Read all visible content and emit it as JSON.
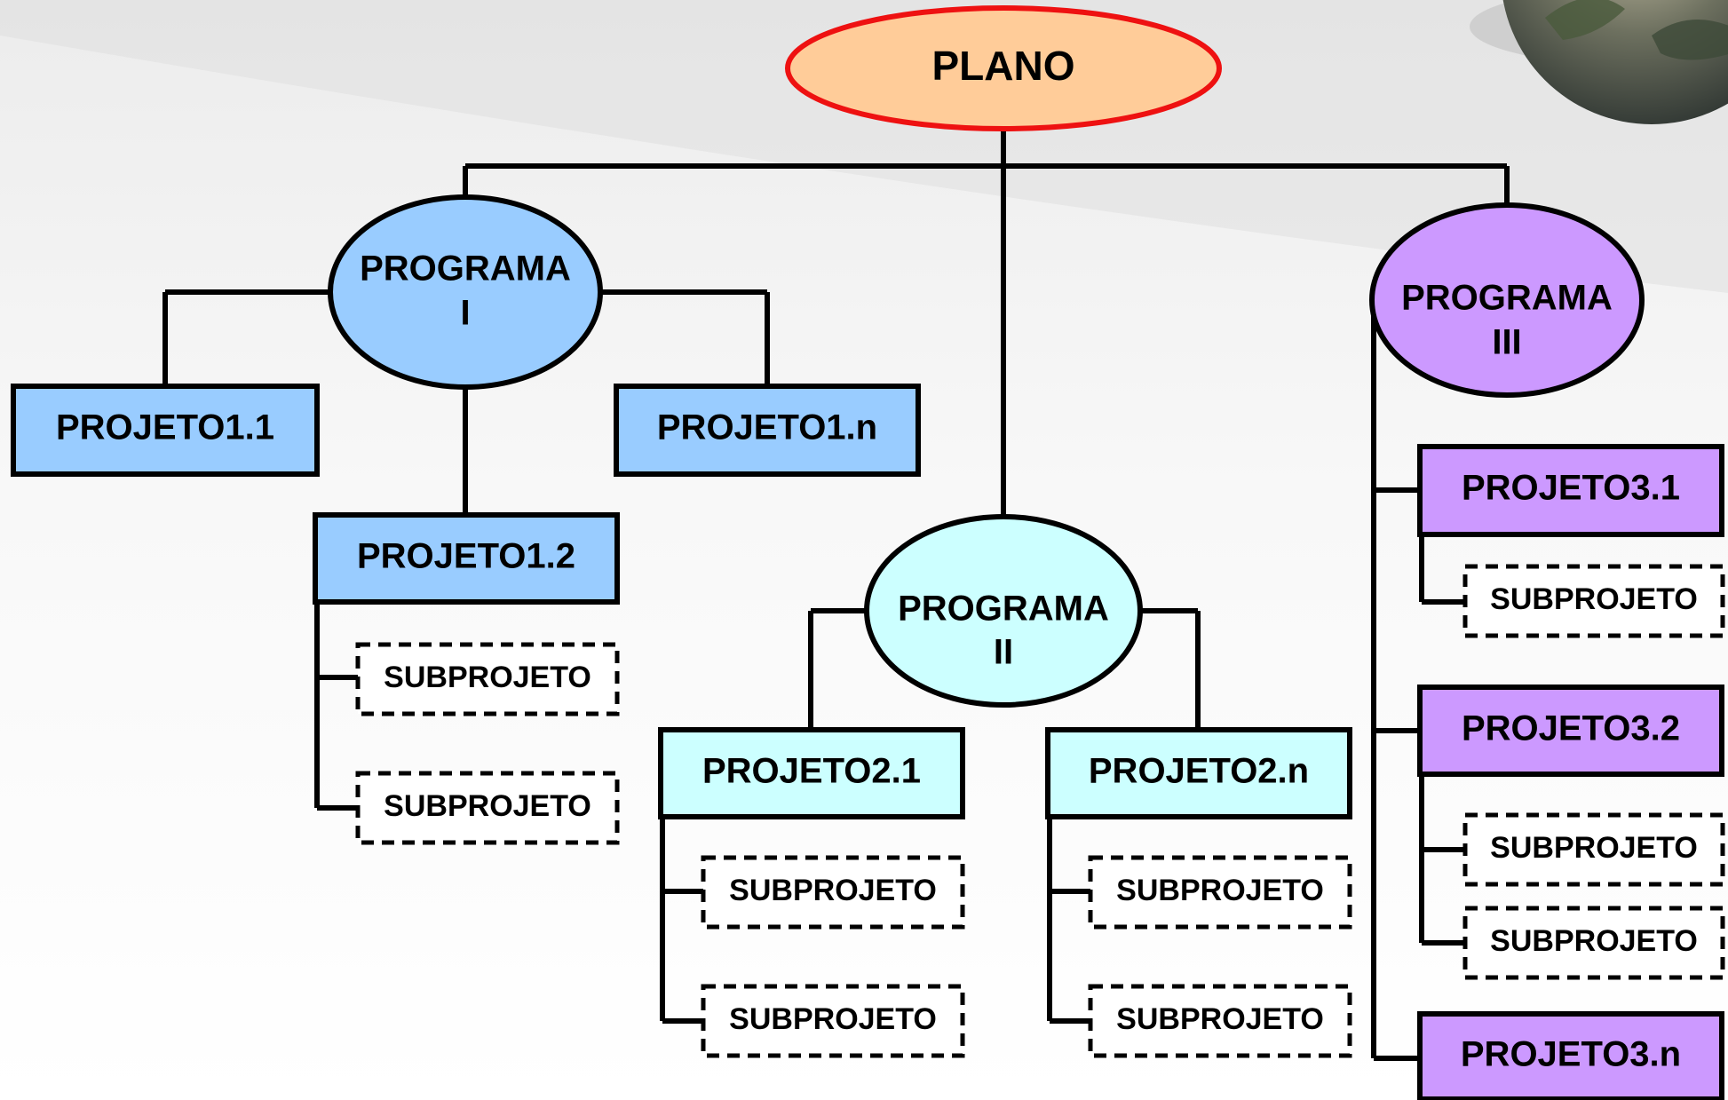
{
  "colors": {
    "root_fill": "#ffcc99",
    "root_stroke": "#ee1111",
    "program_1": "#99ccff",
    "program_2": "#ccffff",
    "program_3": "#cc99ff",
    "outline": "#000000"
  },
  "root": {
    "label": "PLANO"
  },
  "programs": [
    {
      "line1": "PROGRAMA",
      "line2": "I",
      "projects": [
        {
          "label": "PROJETO1.1",
          "subprojects": []
        },
        {
          "label": "PROJETO1.2",
          "subprojects": [
            "SUBPROJETO",
            "SUBPROJETO"
          ]
        },
        {
          "label": "PROJETO1.n",
          "subprojects": []
        }
      ]
    },
    {
      "line1": "PROGRAMA",
      "line2": "II",
      "projects": [
        {
          "label": "PROJETO2.1",
          "subprojects": [
            "SUBPROJETO",
            "SUBPROJETO"
          ]
        },
        {
          "label": "PROJETO2.n",
          "subprojects": [
            "SUBPROJETO",
            "SUBPROJETO"
          ]
        }
      ]
    },
    {
      "line1": "PROGRAMA",
      "line2": "III",
      "projects": [
        {
          "label": "PROJETO3.1",
          "subprojects": [
            "SUBPROJETO"
          ]
        },
        {
          "label": "PROJETO3.2",
          "subprojects": [
            "SUBPROJETO",
            "SUBPROJETO"
          ]
        },
        {
          "label": "PROJETO3.n",
          "subprojects": []
        }
      ]
    }
  ]
}
